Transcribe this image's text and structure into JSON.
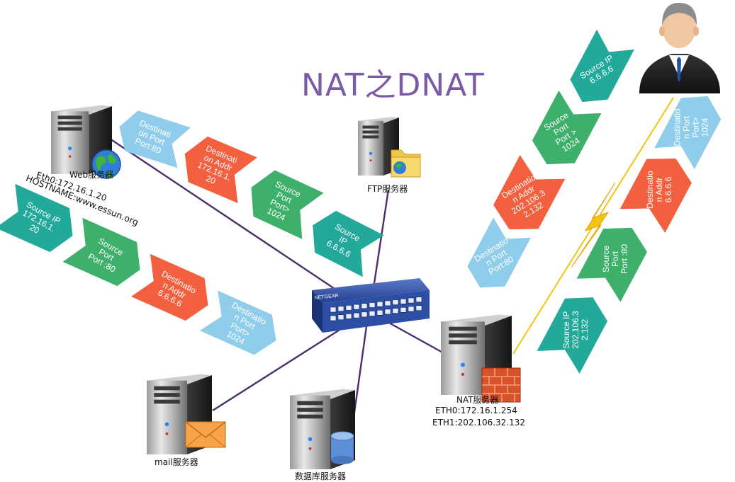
{
  "title": "NAT之DNAT",
  "servers": {
    "web": {
      "name": "Web服务器",
      "eth0": "Eth0:172.16.1.20",
      "hostname": "HOSTNAME:www.essun.org"
    },
    "ftp": {
      "name": "FTP服务器"
    },
    "mail": {
      "name": "mail服务器"
    },
    "db": {
      "name": "数据库服务器"
    },
    "nat": {
      "name": "NAT服务器",
      "eth0": "ETH0:172.16.1.254",
      "eth1": "ETH1:202.106.32.132"
    }
  },
  "switch_brand": "NETGEAR",
  "colors": {
    "teal": "#22a99a",
    "green": "#3fb06b",
    "red": "#f2603f",
    "blue": "#8fcdeb",
    "line": "#4b2e6e",
    "title": "#7b5aa6"
  },
  "packets": {
    "web_incoming": [
      {
        "color": "blue",
        "lines": [
          "Destinati",
          "on Port",
          "Port:80"
        ]
      },
      {
        "color": "red",
        "lines": [
          "Destinati",
          "on Addr",
          "172.16.1.",
          "20"
        ]
      },
      {
        "color": "green",
        "lines": [
          "Source",
          "Port",
          "Port>",
          "1024"
        ]
      },
      {
        "color": "teal",
        "lines": [
          "Source",
          "IP",
          "6.6.6.6"
        ]
      }
    ],
    "web_outgoing": [
      {
        "color": "teal",
        "lines": [
          "Source IP",
          "172.16.1.",
          "20"
        ]
      },
      {
        "color": "green",
        "lines": [
          "Source",
          "Port",
          "Port :80"
        ]
      },
      {
        "color": "red",
        "lines": [
          "Destinatio",
          "n Addr",
          "6.6.6.6"
        ]
      },
      {
        "color": "blue",
        "lines": [
          "Destinatio",
          "n Port",
          "Port>",
          "1024"
        ]
      }
    ],
    "client_to_nat": [
      {
        "color": "teal",
        "lines": [
          "Source IP",
          "6.6.6.6"
        ]
      },
      {
        "color": "green",
        "lines": [
          "Source",
          "Port",
          "Port >",
          "1024"
        ]
      },
      {
        "color": "red",
        "lines": [
          "Destinatio",
          "n Addr",
          "202.106.3",
          "2.132"
        ]
      },
      {
        "color": "blue",
        "lines": [
          "Destinatio",
          "n Port",
          "Port:80"
        ]
      }
    ],
    "nat_to_client": [
      {
        "color": "blue",
        "lines": [
          "Destinatio",
          "n Port",
          "Port>",
          "1024"
        ]
      },
      {
        "color": "red",
        "lines": [
          "Destinatio",
          "n Addr",
          "6.6.6.6"
        ]
      },
      {
        "color": "green",
        "lines": [
          "Source",
          "Port",
          "Port :80"
        ]
      },
      {
        "color": "teal",
        "lines": [
          "Source IP",
          "202.106.3",
          "2.132"
        ]
      }
    ]
  }
}
